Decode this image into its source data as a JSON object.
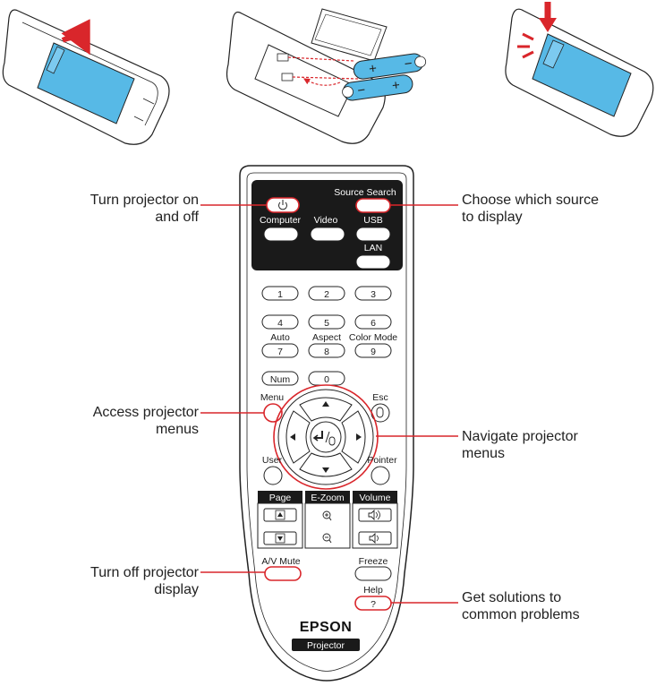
{
  "callouts": {
    "power": "Turn projector on\nand off",
    "source": "Choose which source\nto display",
    "menu": "Access projector\nmenus",
    "navigate": "Navigate projector\nmenus",
    "avmute": "Turn off projector\ndisplay",
    "help": "Get solutions to\ncommon problems"
  },
  "remote": {
    "source_search": "Source Search",
    "computer": "Computer",
    "video": "Video",
    "usb": "USB",
    "lan": "LAN",
    "num_keys": [
      "1",
      "2",
      "3",
      "4",
      "5",
      "6",
      "7",
      "8",
      "9",
      "0"
    ],
    "auto": "Auto",
    "aspect": "Aspect",
    "color_mode": "Color Mode",
    "num": "Num",
    "menu": "Menu",
    "esc": "Esc",
    "user": "User",
    "pointer": "Pointer",
    "page": "Page",
    "ezoom": "E-Zoom",
    "volume": "Volume",
    "avmute": "A/V Mute",
    "freeze": "Freeze",
    "help": "Help",
    "help_key": "?",
    "brand": "EPSON",
    "model": "Projector"
  },
  "colors": {
    "accent_red": "#d9262b",
    "battery_blue": "#57b9e6",
    "panel_black": "#1a1a1a"
  }
}
